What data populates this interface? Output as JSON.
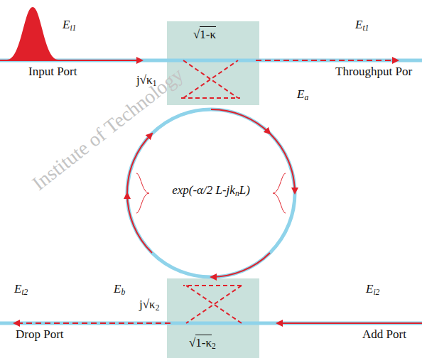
{
  "diagram": {
    "nodes": [
      {
        "text": [
          "exp(-α/2 L-jknL)"
        ]
      }
    ],
    "labels": [
      "Ei1",
      "Input Port",
      "√1-κ",
      "j√κ1",
      "Et1",
      "Throughput Por",
      "Ea",
      "Eb",
      "Et2",
      "Drop Port",
      "j√κ2",
      "√1-κ2",
      "Ei2",
      "Add Port",
      "Institute of Technology"
    ]
  }
}
